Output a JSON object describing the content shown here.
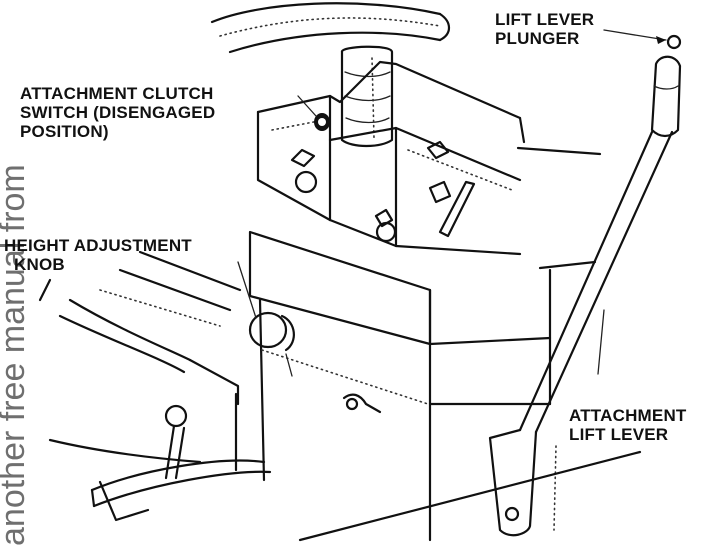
{
  "watermark": "another free manual from",
  "labels": {
    "lift_lever_plunger": {
      "line1": "LIFT LEVER",
      "line2": "PLUNGER"
    },
    "clutch_switch": {
      "line1": "ATTACHMENT CLUTCH",
      "line2": "SWITCH (DISENGAGED",
      "line3": "POSITION)"
    },
    "height_knob": {
      "line1": "HEIGHT ADJUSTMENT",
      "line2": "KNOB"
    },
    "lift_lever": {
      "line1": "ATTACHMENT",
      "line2": "LIFT LEVER"
    }
  },
  "icons": [
    "steering-wheel",
    "steering-column",
    "clutch-switch",
    "height-adjustment-knob",
    "throttle-lever",
    "attachment-lift-lever",
    "seat",
    "brake-pedal",
    "floor-shifter"
  ]
}
